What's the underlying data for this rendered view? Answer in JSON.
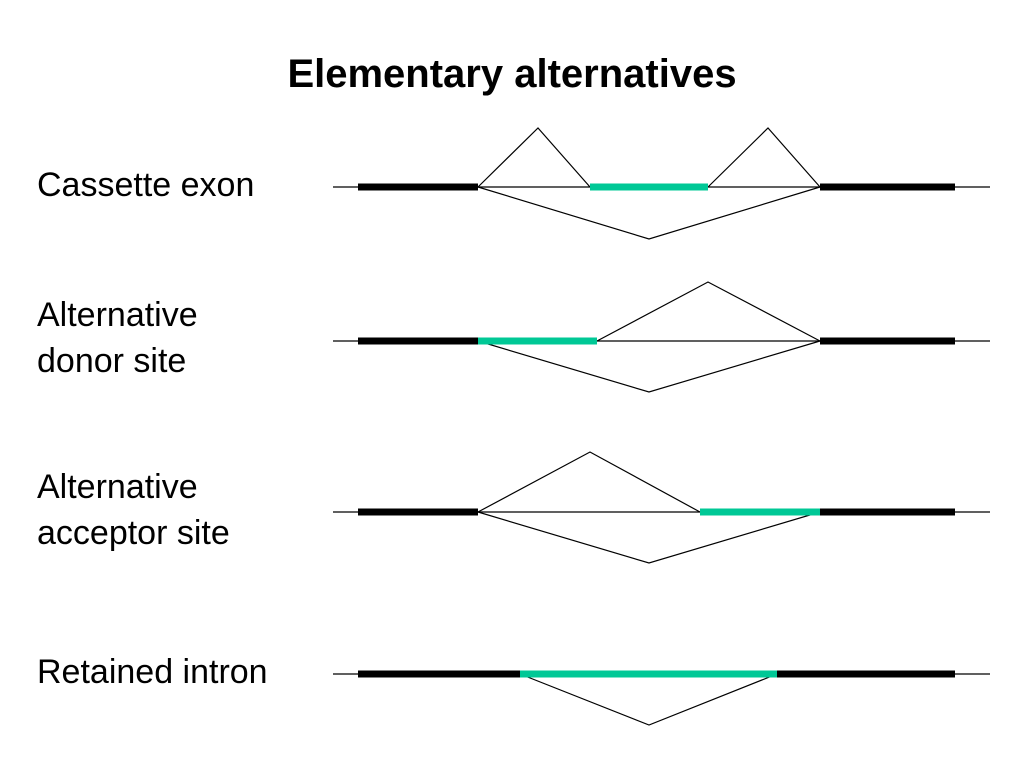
{
  "title": "Elementary alternatives",
  "colors": {
    "constitutive_exon": "#000000",
    "alternative_exon": "#00c896",
    "intron_line": "#000000"
  },
  "rows": [
    {
      "id": "cassette",
      "label": "Cassette exon"
    },
    {
      "id": "donor",
      "label": "Alternative donor site"
    },
    {
      "id": "acceptor",
      "label": "Alternative acceptor site"
    },
    {
      "id": "retained",
      "label": "Retained intron"
    }
  ]
}
